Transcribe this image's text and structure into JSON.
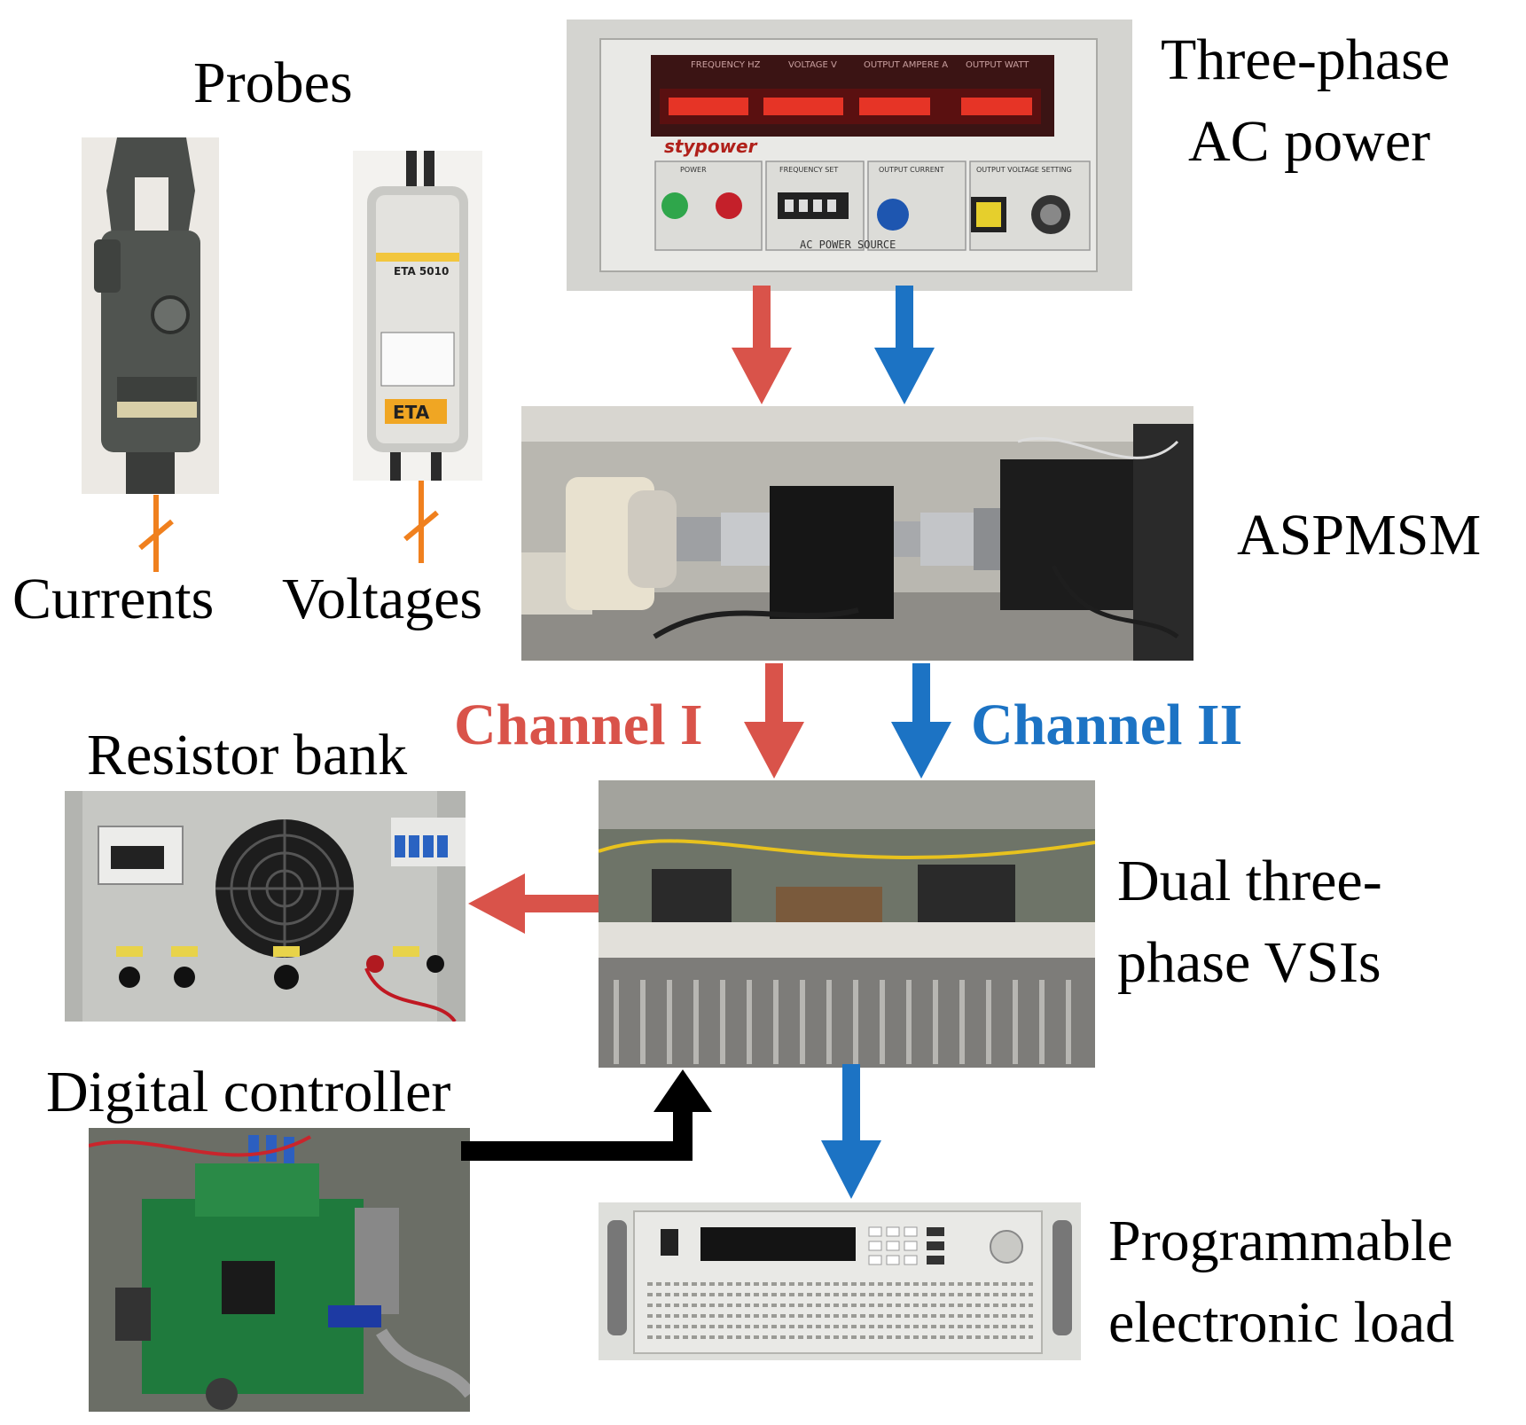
{
  "labels": {
    "probes": "Probes",
    "currents": "Currents",
    "voltages": "Voltages",
    "ac_power_line1": "Three-phase",
    "ac_power_line2": "AC power",
    "aspmsm": "ASPMSM",
    "channel_1": "Channel I",
    "channel_2": "Channel II",
    "resistor_bank": "Resistor bank",
    "vsi_line1": "Dual three-",
    "vsi_line2": "phase VSIs",
    "digital_controller": "Digital controller",
    "load_line1": "Programmable",
    "load_line2": "electronic load"
  },
  "photo_text": {
    "ac_brand": "stypower",
    "ac_source": "AC POWER SOURCE",
    "ac_display": [
      "FREQUENCY HZ",
      "VOLTAGE V",
      "OUTPUT AMPERE A",
      "OUTPUT WATT"
    ],
    "ac_panels": [
      "POWER",
      "FREQUENCY SET",
      "OUTPUT CURRENT",
      "OUTPUT VOLTAGE SETTING"
    ],
    "voltage_probe_model": "ETA 5010",
    "voltage_probe_brand": "ETA"
  },
  "colors": {
    "channel_1": "#d9534a",
    "channel_2": "#1c73c4",
    "probe_line": "#f0801e",
    "controller_arrow": "#000000"
  }
}
